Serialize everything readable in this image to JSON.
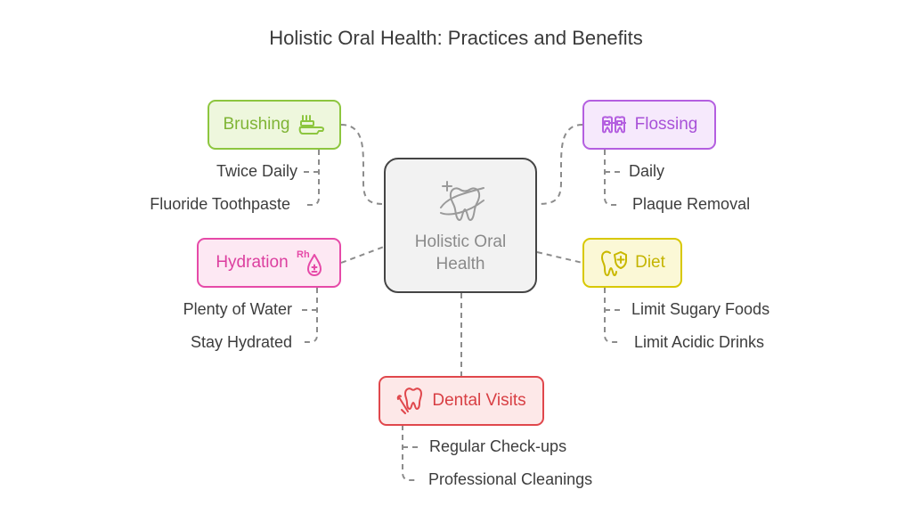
{
  "title": "Holistic Oral Health: Practices and Benefits",
  "center": {
    "label_line1": "Holistic Oral",
    "label_line2": "Health",
    "icon": "tooth-sparkle-icon"
  },
  "colors": {
    "brushing": "#8dc63f",
    "flossing": "#b45fe0",
    "hydration": "#e64aa8",
    "diet": "#c9b800",
    "dental_visits": "#e0474c"
  },
  "brushing": {
    "label": "Brushing",
    "icon": "toothbrush-icon",
    "items": [
      "Twice Daily",
      "Fluoride Toothpaste"
    ]
  },
  "flossing": {
    "label": "Flossing",
    "icon": "braces-icon",
    "items": [
      "Daily",
      "Plaque Removal"
    ]
  },
  "hydration": {
    "label": "Hydration",
    "icon": "water-drop-icon",
    "icon_text": "Rh",
    "items": [
      "Plenty of Water",
      "Stay Hydrated"
    ]
  },
  "diet": {
    "label": "Diet",
    "icon": "tooth-shield-icon",
    "items": [
      "Limit Sugary Foods",
      "Limit Acidic Drinks"
    ]
  },
  "dental_visits": {
    "label": "Dental Visits",
    "icon": "dental-tools-icon",
    "items": [
      "Regular Check-ups",
      "Professional Cleanings"
    ]
  }
}
